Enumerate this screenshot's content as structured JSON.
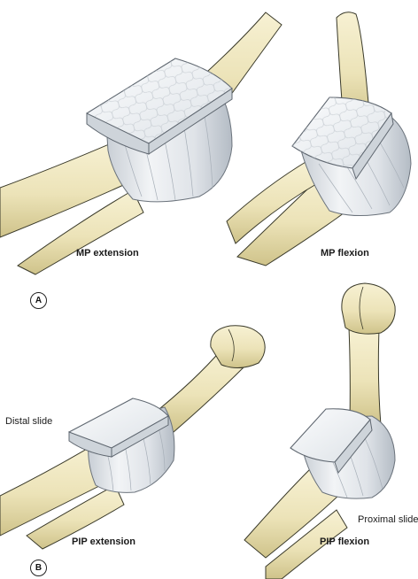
{
  "panels": [
    {
      "letter": "A",
      "captions": {
        "left": "MP extension",
        "right": "MP flexion"
      }
    },
    {
      "letter": "B",
      "captions": {
        "left": "PIP extension",
        "right": "PIP flexion"
      },
      "notes": {
        "distal": "Distal slide",
        "proximal": "Proximal slide"
      }
    }
  ],
  "colors": {
    "bone_fill": "#efe8c4",
    "bone_shade": "#c9be86",
    "bone_outline": "#3a3a2a",
    "sleeve_fill": "#e9ecef",
    "sleeve_shade": "#b9c0c8",
    "plate_fill": "#f4f6f8"
  }
}
